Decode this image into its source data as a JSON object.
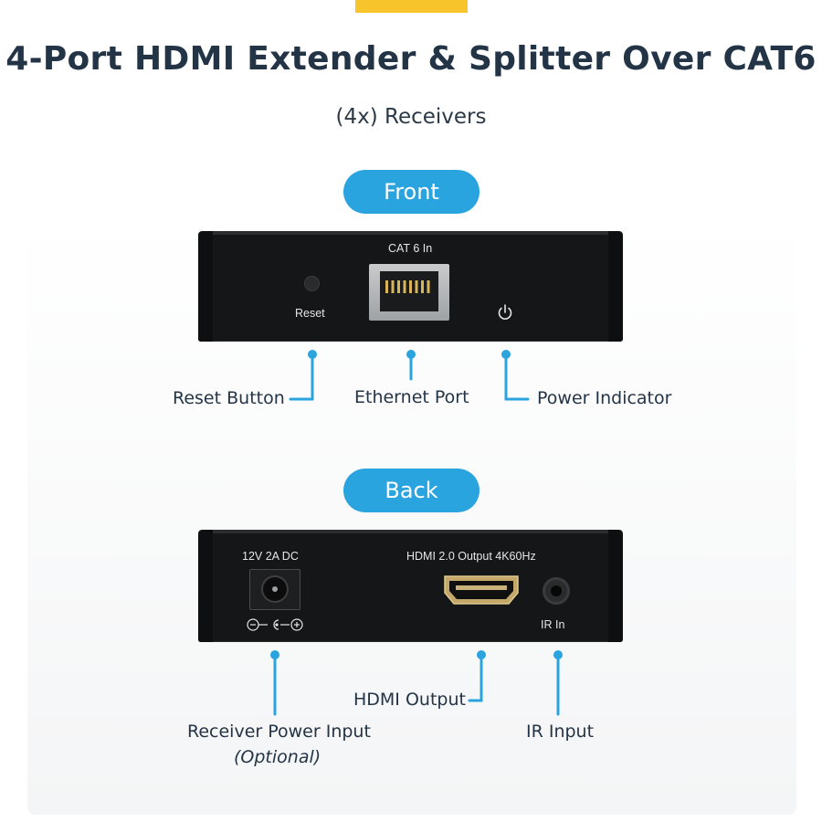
{
  "header": {
    "title": "4-Port HDMI Extender & Splitter Over CAT6",
    "subtitle": "(4x) Receivers",
    "accent_color": "#f7c52b",
    "pill_color": "#2aa4df"
  },
  "front": {
    "section_label": "Front",
    "device": {
      "port_label": "CAT 6 In",
      "reset_label": "Reset"
    },
    "callouts": {
      "reset_button": "Reset Button",
      "ethernet_port": "Ethernet Port",
      "power_indicator": "Power Indicator"
    }
  },
  "back": {
    "section_label": "Back",
    "device": {
      "power_label": "12V 2A DC",
      "hdmi_label": "HDMI 2.0 Output 4K60Hz",
      "ir_label": "IR In"
    },
    "callouts": {
      "hdmi_output": "HDMI Output",
      "receiver_power_input": "Receiver Power Input",
      "receiver_power_note": "(Optional)",
      "ir_input": "IR Input"
    }
  },
  "icons": [
    "power-icon",
    "dc-polarity-icon",
    "rj45-port-icon",
    "hdmi-port-icon",
    "audio-jack-icon"
  ]
}
